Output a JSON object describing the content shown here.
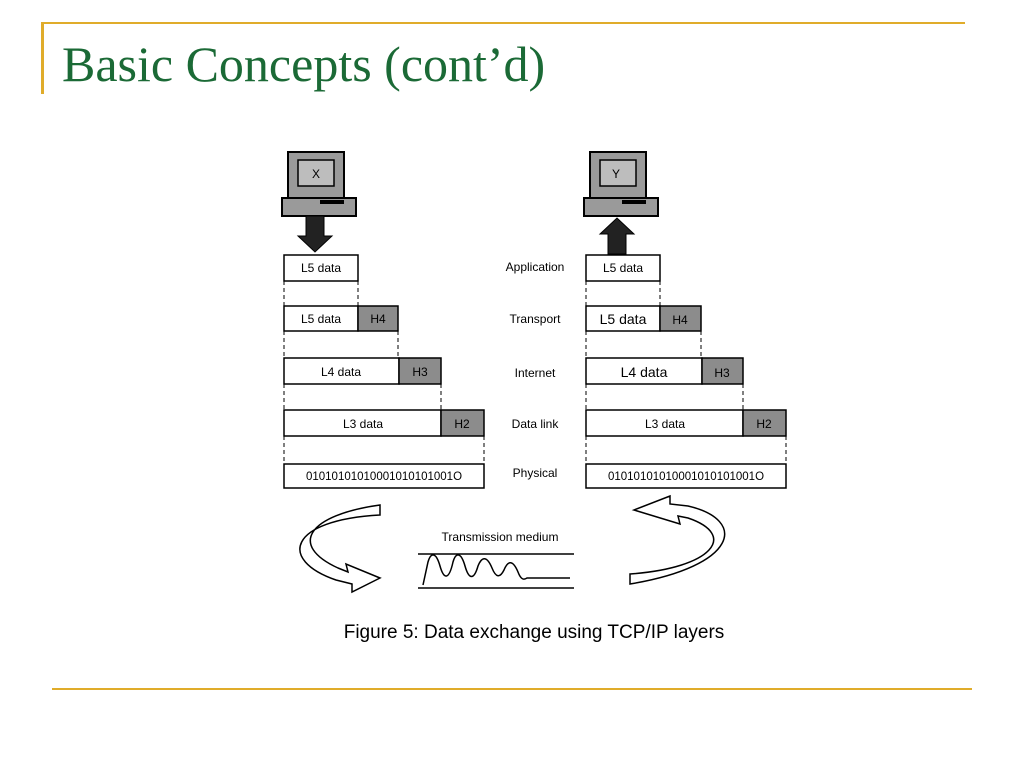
{
  "slide": {
    "title": "Basic Concepts (cont’d)",
    "caption": "Figure 5: Data exchange using TCP/IP layers"
  },
  "colors": {
    "accent": "#e0ac2a",
    "title": "#1b6a36",
    "header_fill": "#8c8c8c",
    "computer_fill": "#9a9a9a"
  },
  "diagram": {
    "host_left": "X",
    "host_right": "Y",
    "layers": [
      "Application",
      "Transport",
      "Internet",
      "Data link",
      "Physical"
    ],
    "left_stack": {
      "application": "L5 data",
      "transport": {
        "data": "L5 data",
        "header": "H4"
      },
      "internet": {
        "data": "L4 data",
        "header": "H3"
      },
      "datalink": {
        "data": "L3 data",
        "header": "H2"
      },
      "physical": "01010101010001010101001O"
    },
    "right_stack": {
      "application": "L5 data",
      "transport": {
        "data": "L5 data",
        "header": "H4"
      },
      "internet": {
        "data": "L4 data",
        "header": "H3"
      },
      "datalink": {
        "data": "L3 data",
        "header": "H2"
      },
      "physical": "01010101010001010101001O"
    },
    "medium_label": "Transmission medium"
  }
}
